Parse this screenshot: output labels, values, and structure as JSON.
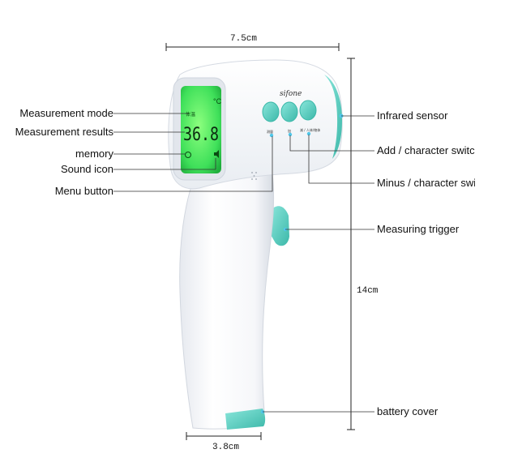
{
  "brand": "sifone",
  "display": {
    "reading": "36.8",
    "unit": "°C",
    "mode_label": "体温"
  },
  "button_labels": [
    "测量",
    "加",
    "减 / 人体/物体"
  ],
  "dimensions": {
    "width": "7.5cm",
    "height": "14cm",
    "grip_width": "3.8cm"
  },
  "labels_left": {
    "measurement_mode": "Measurement mode",
    "measurement_results": "Measurement results",
    "memory": "memory",
    "sound_icon": "Sound icon",
    "menu_button": "Menu button"
  },
  "labels_right": {
    "infrared_sensor": "Infrared sensor",
    "add_switch": "Add / character switch",
    "minus_switch": "Minus / character switch",
    "measuring_trigger": "Measuring trigger",
    "battery_cover": "battery cover"
  },
  "colors": {
    "accent": "#5fd3c6",
    "accent_dark": "#3cb8a9",
    "lcd": "#3fe05a",
    "lcd_edge": "#1fae3c",
    "body": "#fbfbfd",
    "body_shade": "#dde2ea"
  }
}
